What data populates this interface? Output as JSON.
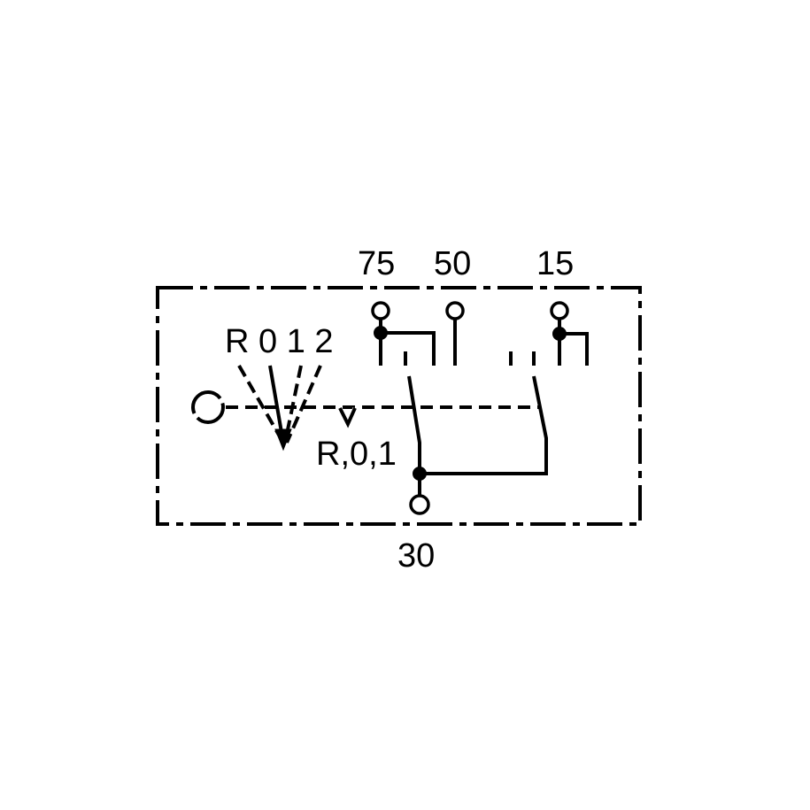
{
  "title": "Ignition switch wiring diagram",
  "terminals": {
    "t75": "75",
    "t50": "50",
    "t15": "15",
    "t30": "30"
  },
  "positions_label": "R 0 1 2",
  "contact_label": "R,0,1",
  "colors": {
    "line": "#000000",
    "background": "#ffffff"
  }
}
